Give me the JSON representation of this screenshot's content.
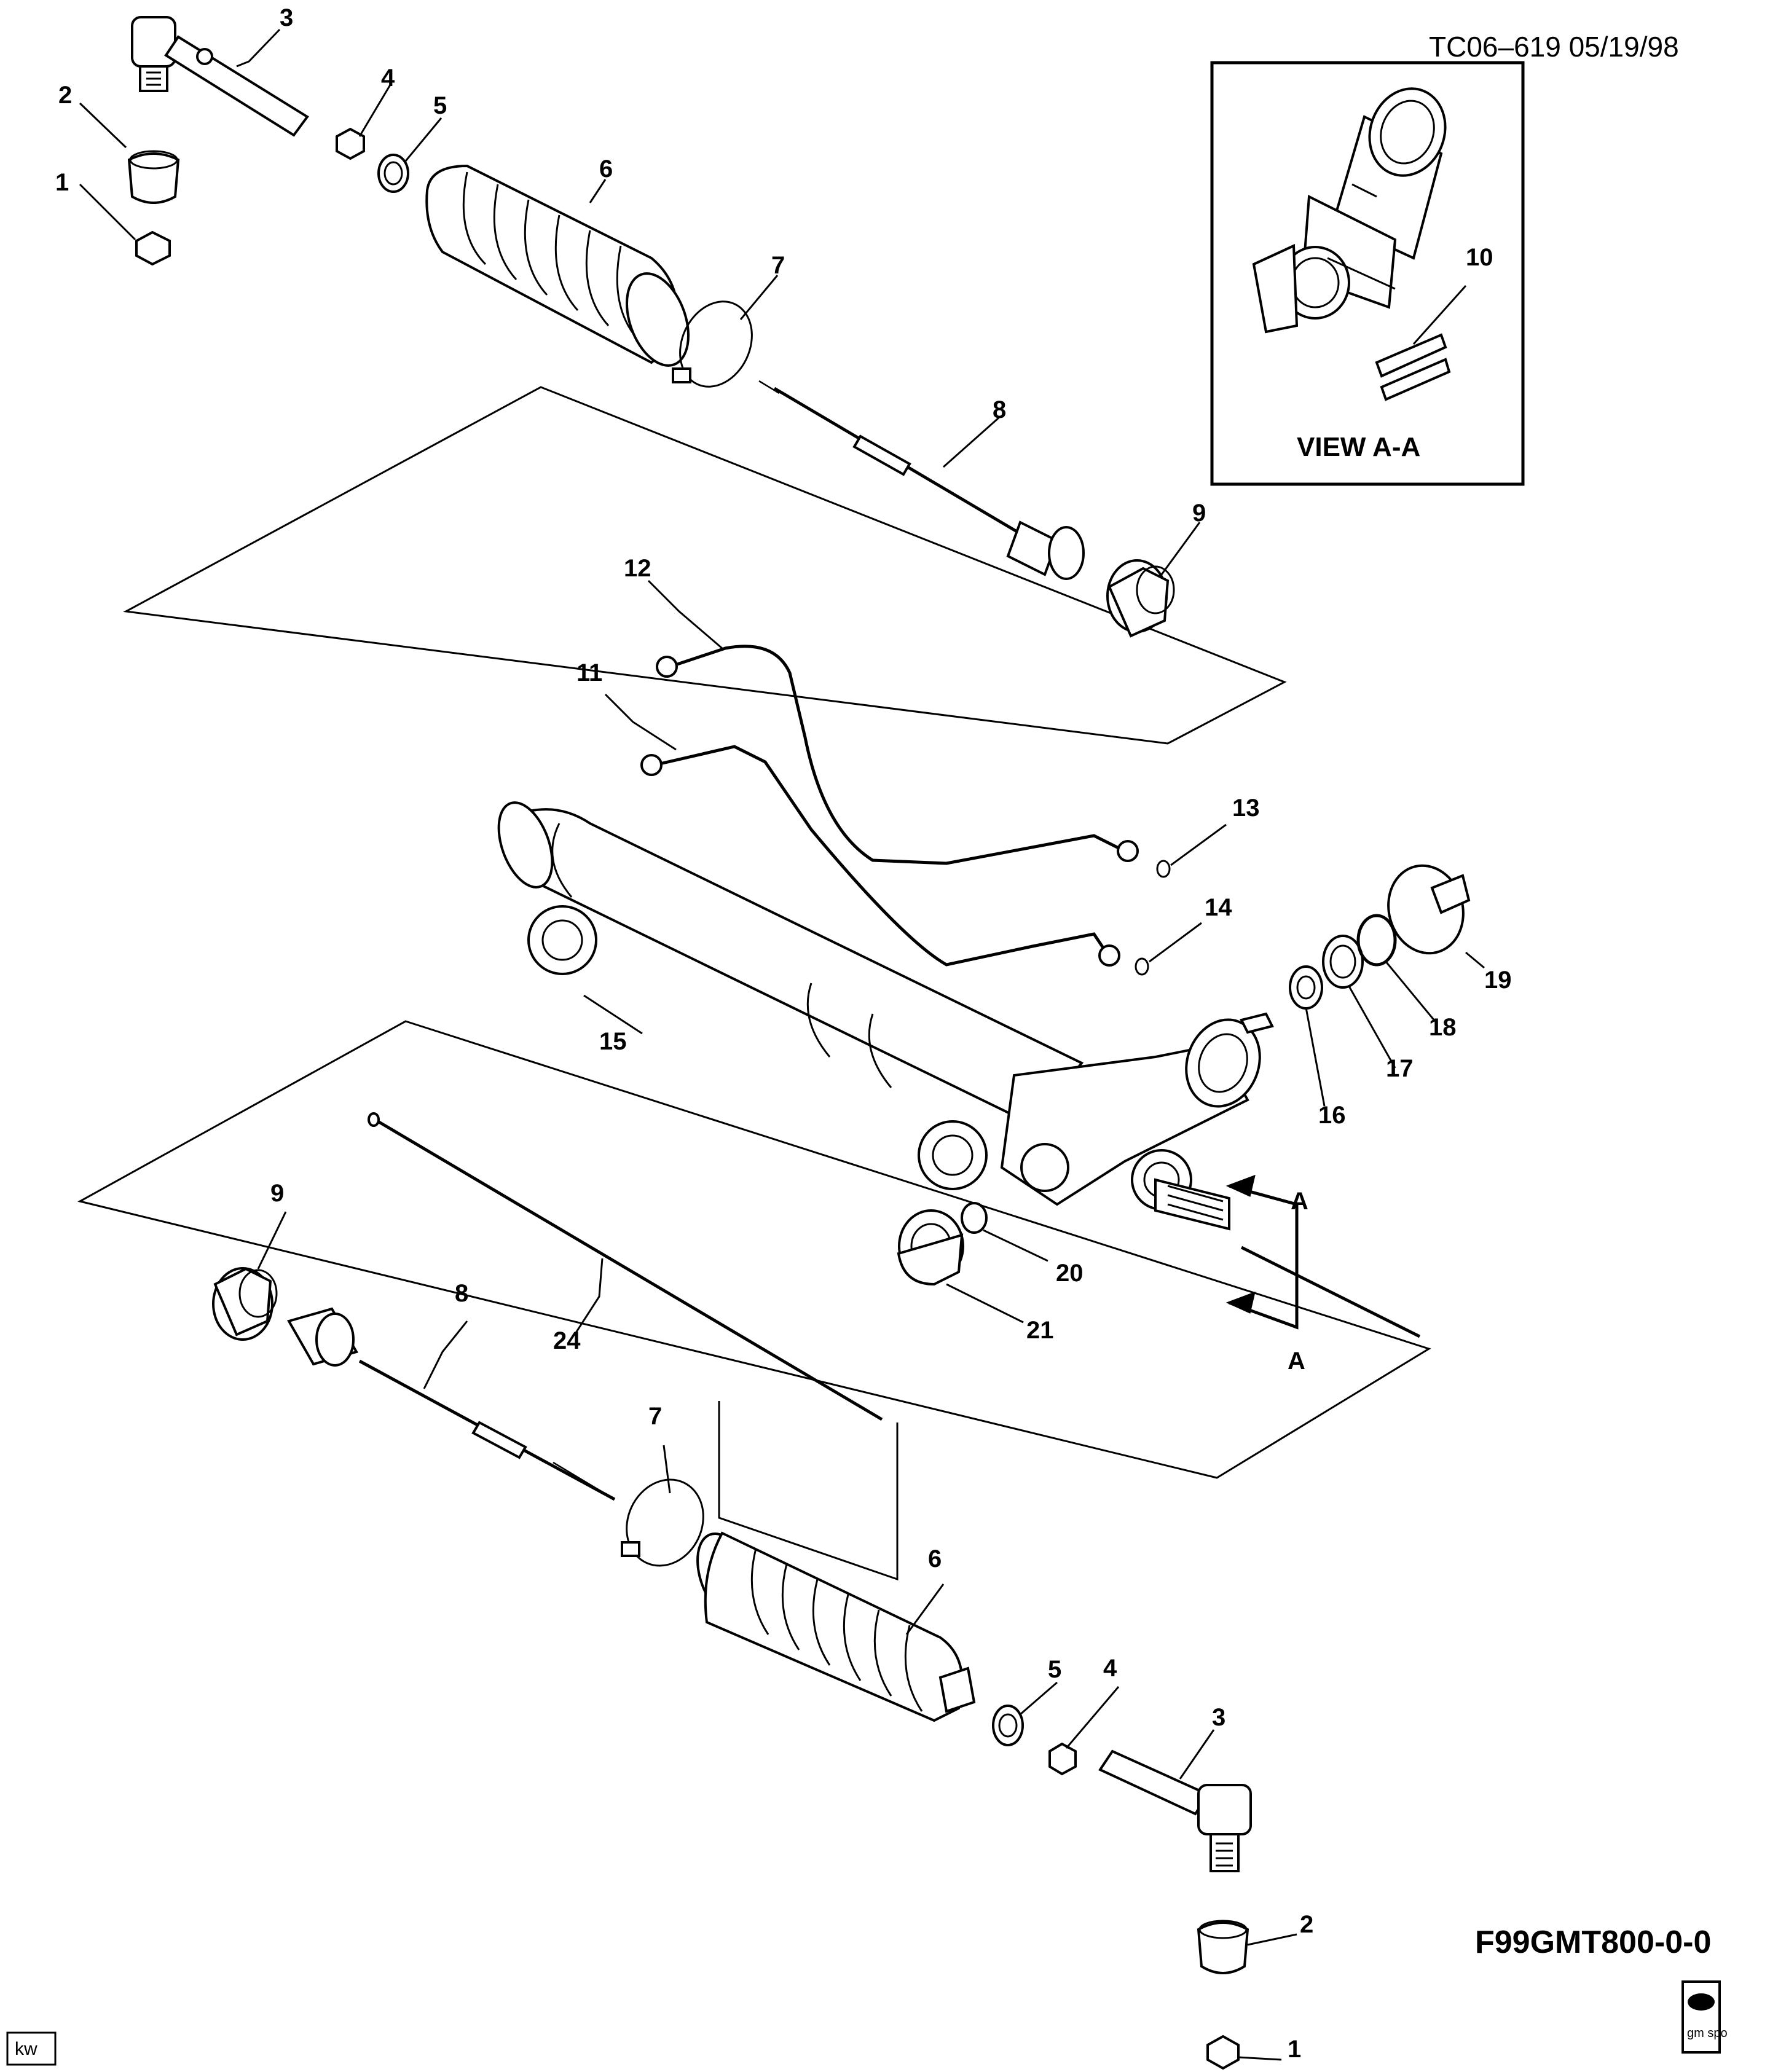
{
  "header": {
    "drawing_id": "TC06–619  05/19/98",
    "figure_code": "F99GMT800-0-0",
    "initials": "kw",
    "logo_text": "gm spo"
  },
  "inset": {
    "title": "VIEW A-A",
    "callout": "10"
  },
  "section_marker": "A",
  "callouts": {
    "c1_top": "1",
    "c2_top": "2",
    "c3_top": "3",
    "c4_top": "4",
    "c5_top": "5",
    "c6_top": "6",
    "c7_top": "7",
    "c8_top": "8",
    "c9_top": "9",
    "c11": "11",
    "c12": "12",
    "c13": "13",
    "c14": "14",
    "c15": "15",
    "c16": "16",
    "c17": "17",
    "c18": "18",
    "c19": "19",
    "c20": "20",
    "c21": "21",
    "c24": "24",
    "c9_bot": "9",
    "c8_bot": "8",
    "c7_bot": "7",
    "c6_bot": "6",
    "c5_bot": "5",
    "c4_bot": "4",
    "c3_bot": "3",
    "c2_bot": "2",
    "c1_bot": "1"
  }
}
